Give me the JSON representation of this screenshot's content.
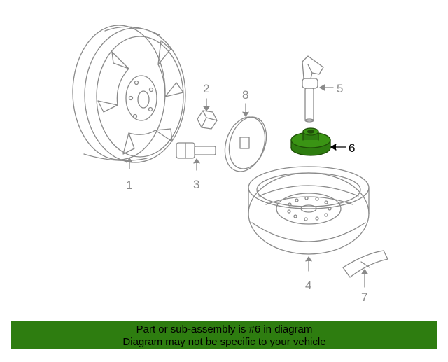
{
  "diagram": {
    "callouts": [
      {
        "id": "1",
        "label": "1"
      },
      {
        "id": "2",
        "label": "2"
      },
      {
        "id": "3",
        "label": "3"
      },
      {
        "id": "4",
        "label": "4"
      },
      {
        "id": "5",
        "label": "5"
      },
      {
        "id": "6",
        "label": "6"
      },
      {
        "id": "7",
        "label": "7"
      },
      {
        "id": "8",
        "label": "8"
      }
    ],
    "highlighted_part": "6",
    "colors": {
      "line": "#8a8a8a",
      "highlight_fill": "#2e7d10",
      "highlight_text": "#000000",
      "banner_bg": "#2e7d10"
    }
  },
  "banner": {
    "line1": "Part or sub-assembly is #6 in diagram",
    "line2": "Diagram may not be specific to your vehicle"
  }
}
